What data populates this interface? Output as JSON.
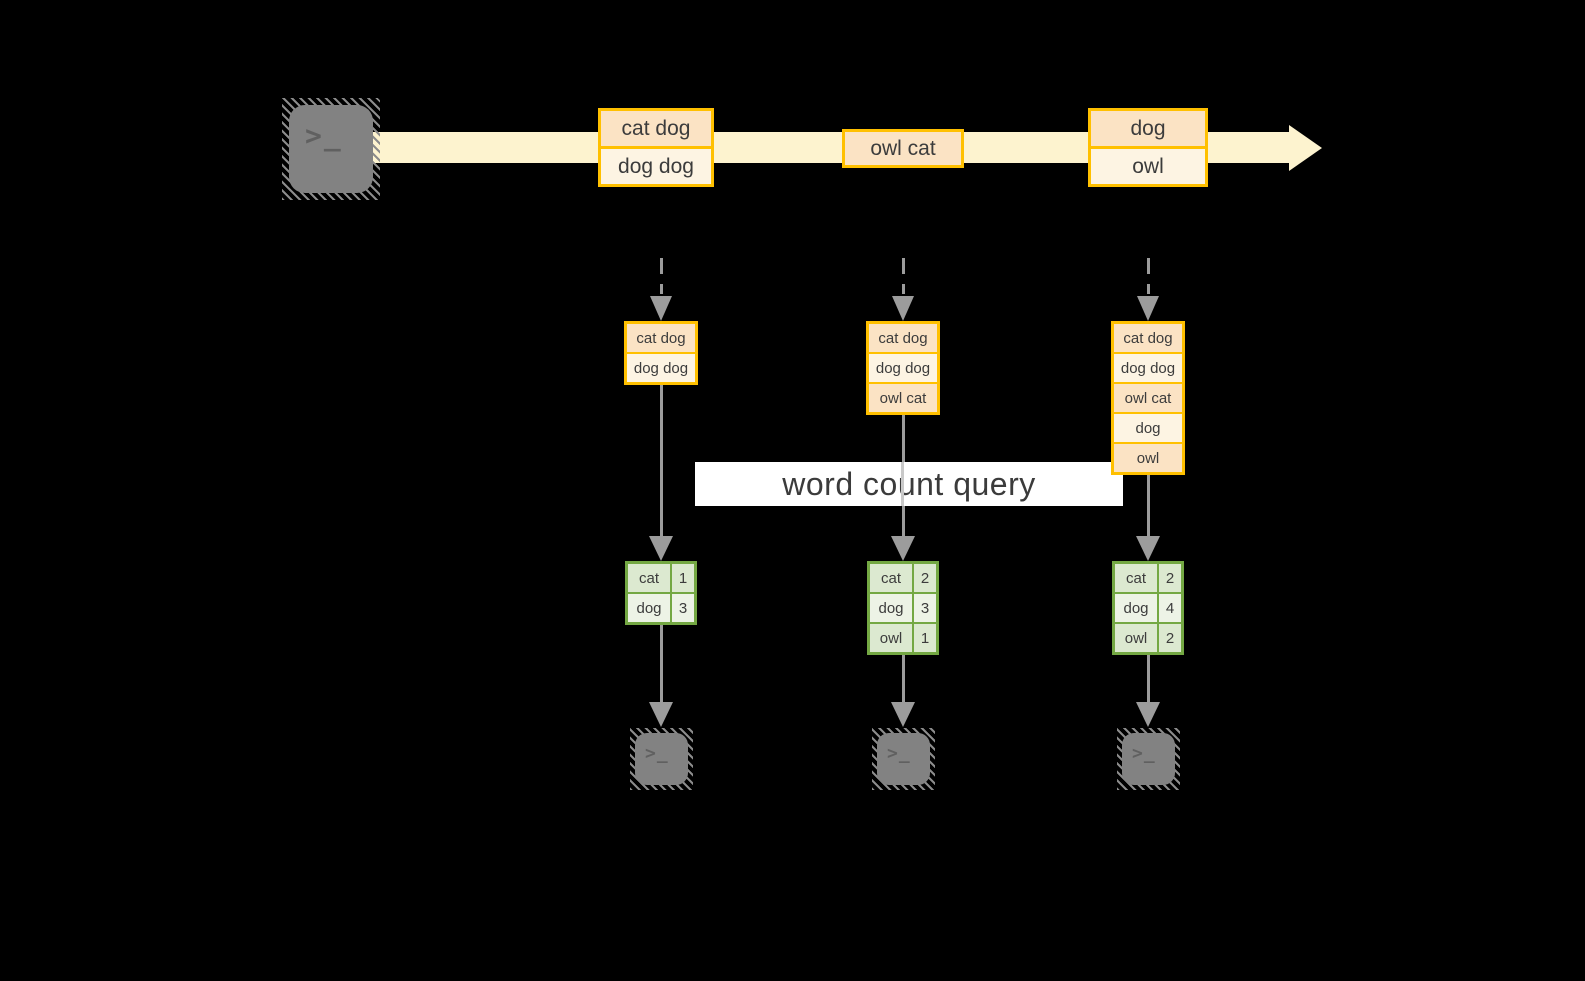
{
  "colors": {
    "stream_band": "#fdf3cf",
    "box_border": "#ffc000",
    "cell_peach": "#fbe3c4",
    "cell_cream": "#fdf4e3",
    "table_border": "#74a843",
    "table_row_dark": "#dce9d0",
    "table_row_light": "#edf3e6",
    "arrow_gray": "#9c9c9c",
    "terminal_gray": "#828282",
    "text_dark": "#3c3c3c",
    "bg": "#000000"
  },
  "icons": {
    "terminal_glyph": ">_"
  },
  "query_label": "word count query",
  "timeline": {
    "batches": [
      {
        "cells": [
          "cat dog",
          "dog dog"
        ]
      },
      {
        "cells": [
          "owl cat"
        ]
      },
      {
        "cells": [
          "dog",
          "owl"
        ]
      }
    ]
  },
  "state_tables": [
    {
      "cells": [
        "cat dog",
        "dog dog"
      ]
    },
    {
      "cells": [
        "cat dog",
        "dog dog",
        "owl cat"
      ]
    },
    {
      "cells": [
        "cat dog",
        "dog dog",
        "owl cat",
        "dog",
        "owl"
      ]
    }
  ],
  "count_tables": [
    {
      "rows": [
        [
          "cat",
          "1"
        ],
        [
          "dog",
          "3"
        ]
      ]
    },
    {
      "rows": [
        [
          "cat",
          "2"
        ],
        [
          "dog",
          "3"
        ],
        [
          "owl",
          "1"
        ]
      ]
    },
    {
      "rows": [
        [
          "cat",
          "2"
        ],
        [
          "dog",
          "4"
        ],
        [
          "owl",
          "2"
        ]
      ]
    }
  ]
}
